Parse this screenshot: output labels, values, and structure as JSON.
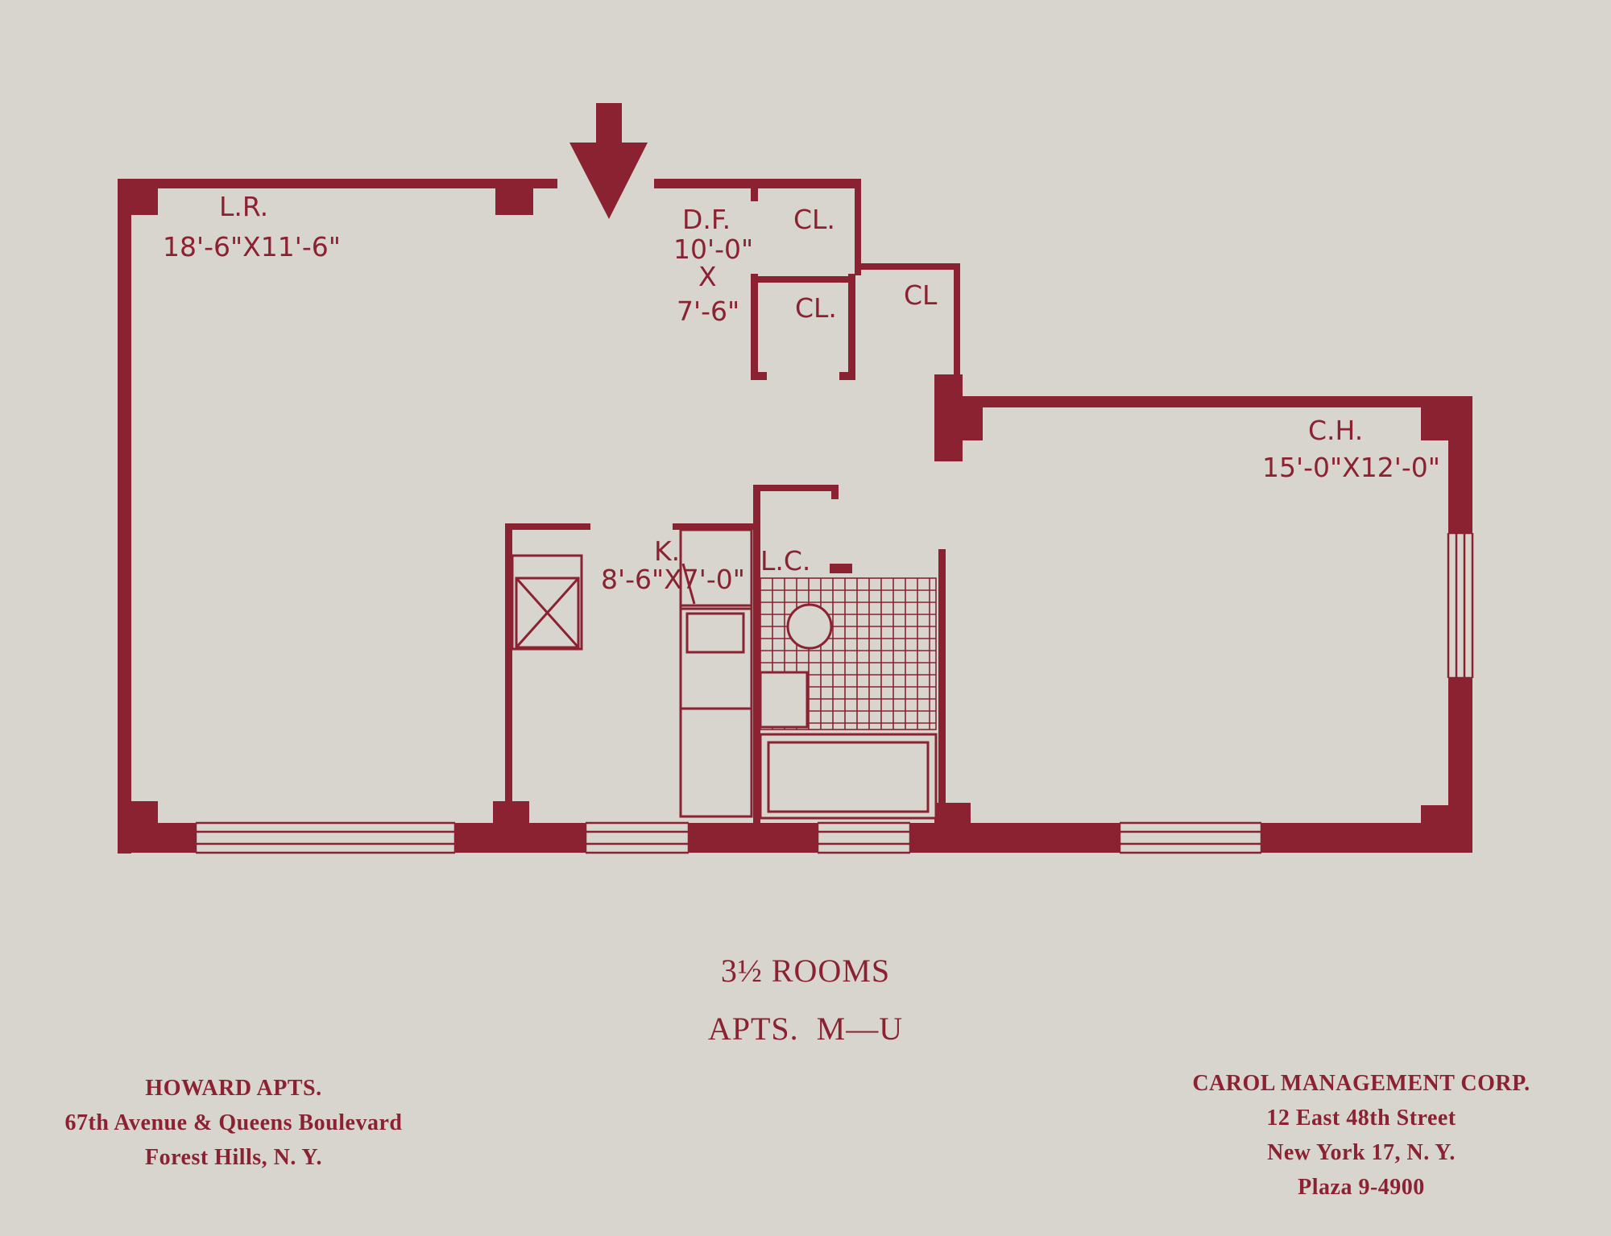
{
  "floor_plan": {
    "rooms": [
      {
        "id": "living_room",
        "name": "L.R.",
        "size": "18'-6\"X11'-6\""
      },
      {
        "id": "dining_foyer",
        "name": "D.F.",
        "size_lines": [
          "10'-0\"",
          "X",
          "7'-6\""
        ]
      },
      {
        "id": "closet_1",
        "name": "CL."
      },
      {
        "id": "closet_2",
        "name": "CL."
      },
      {
        "id": "closet_3",
        "name": "CL"
      },
      {
        "id": "chamber",
        "name": "C.H.",
        "size": "15'-0\"X12'-0\""
      },
      {
        "id": "kitchen",
        "name": "K.",
        "size": "8'-6\"X7'-0\""
      },
      {
        "id": "linen_closet",
        "name": "L.C."
      }
    ]
  },
  "caption": {
    "rooms": "3½ ROOMS",
    "apts": "APTS.  M—U"
  },
  "building": {
    "name": "HOWARD APTS.",
    "street": "67th Avenue & Queens Boulevard",
    "city": "Forest Hills, N. Y."
  },
  "management": {
    "name": "CAROL MANAGEMENT CORP.",
    "street": "12 East 48th Street",
    "city": "New York 17, N. Y.",
    "phone": "Plaza 9-4900"
  },
  "colors": {
    "ink": "#8a2231",
    "paper": "#d8d5cf"
  }
}
